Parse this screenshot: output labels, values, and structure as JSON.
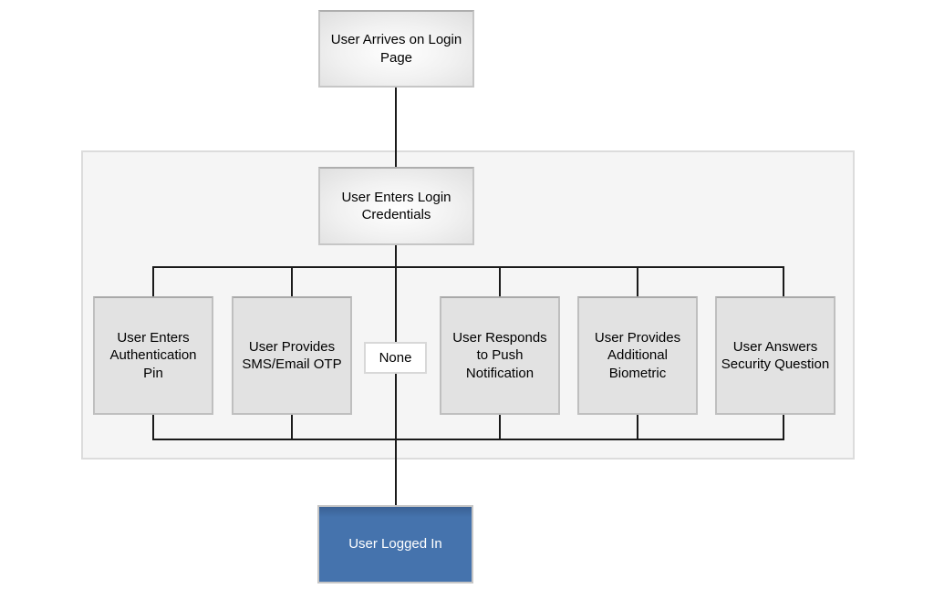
{
  "diagram": {
    "type": "flowchart",
    "background": "#ffffff",
    "start_node": {
      "label": "User Arrives on Login Page"
    },
    "credentials_node": {
      "label": "User Enters Login Credentials"
    },
    "condition_label": {
      "label": "None"
    },
    "branches": [
      {
        "label": "User Enters Authentication Pin"
      },
      {
        "label": "User Provides SMS/Email OTP"
      },
      {
        "label": "User Responds to Push Notification"
      },
      {
        "label": "User Provides Additional Biometric"
      },
      {
        "label": "User Answers Security Question"
      }
    ],
    "end_node": {
      "label": "User Logged In"
    },
    "colors": {
      "end_node_fill": "#4573ad",
      "end_node_text": "#ffffff",
      "branch_node_fill": "#e2e2e2",
      "gradient_node_edge": "#d5d5d5",
      "group_fill": "#f5f5f5",
      "group_border": "#dcdcdc",
      "connector": "#1a1a1a"
    }
  }
}
